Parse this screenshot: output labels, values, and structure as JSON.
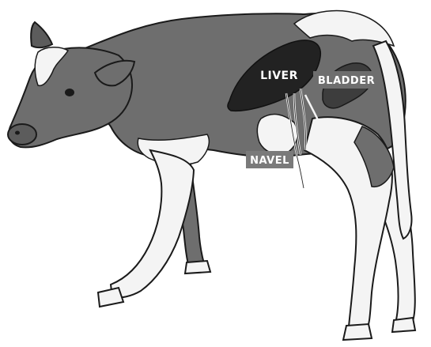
{
  "labels": {
    "liver": "LIVER",
    "bladder": "BLADDER",
    "navel": "NAVEL"
  },
  "colors": {
    "hide": "#6e6e6e",
    "hide_dark": "#5c5c5c",
    "white_patch": "#f4f4f4",
    "organ": "#222222",
    "bladder_fill": "#3d3d3d",
    "navel_box": "#7a7a7a",
    "outline": "#1a1a1a",
    "label_text": "#ffffff"
  }
}
